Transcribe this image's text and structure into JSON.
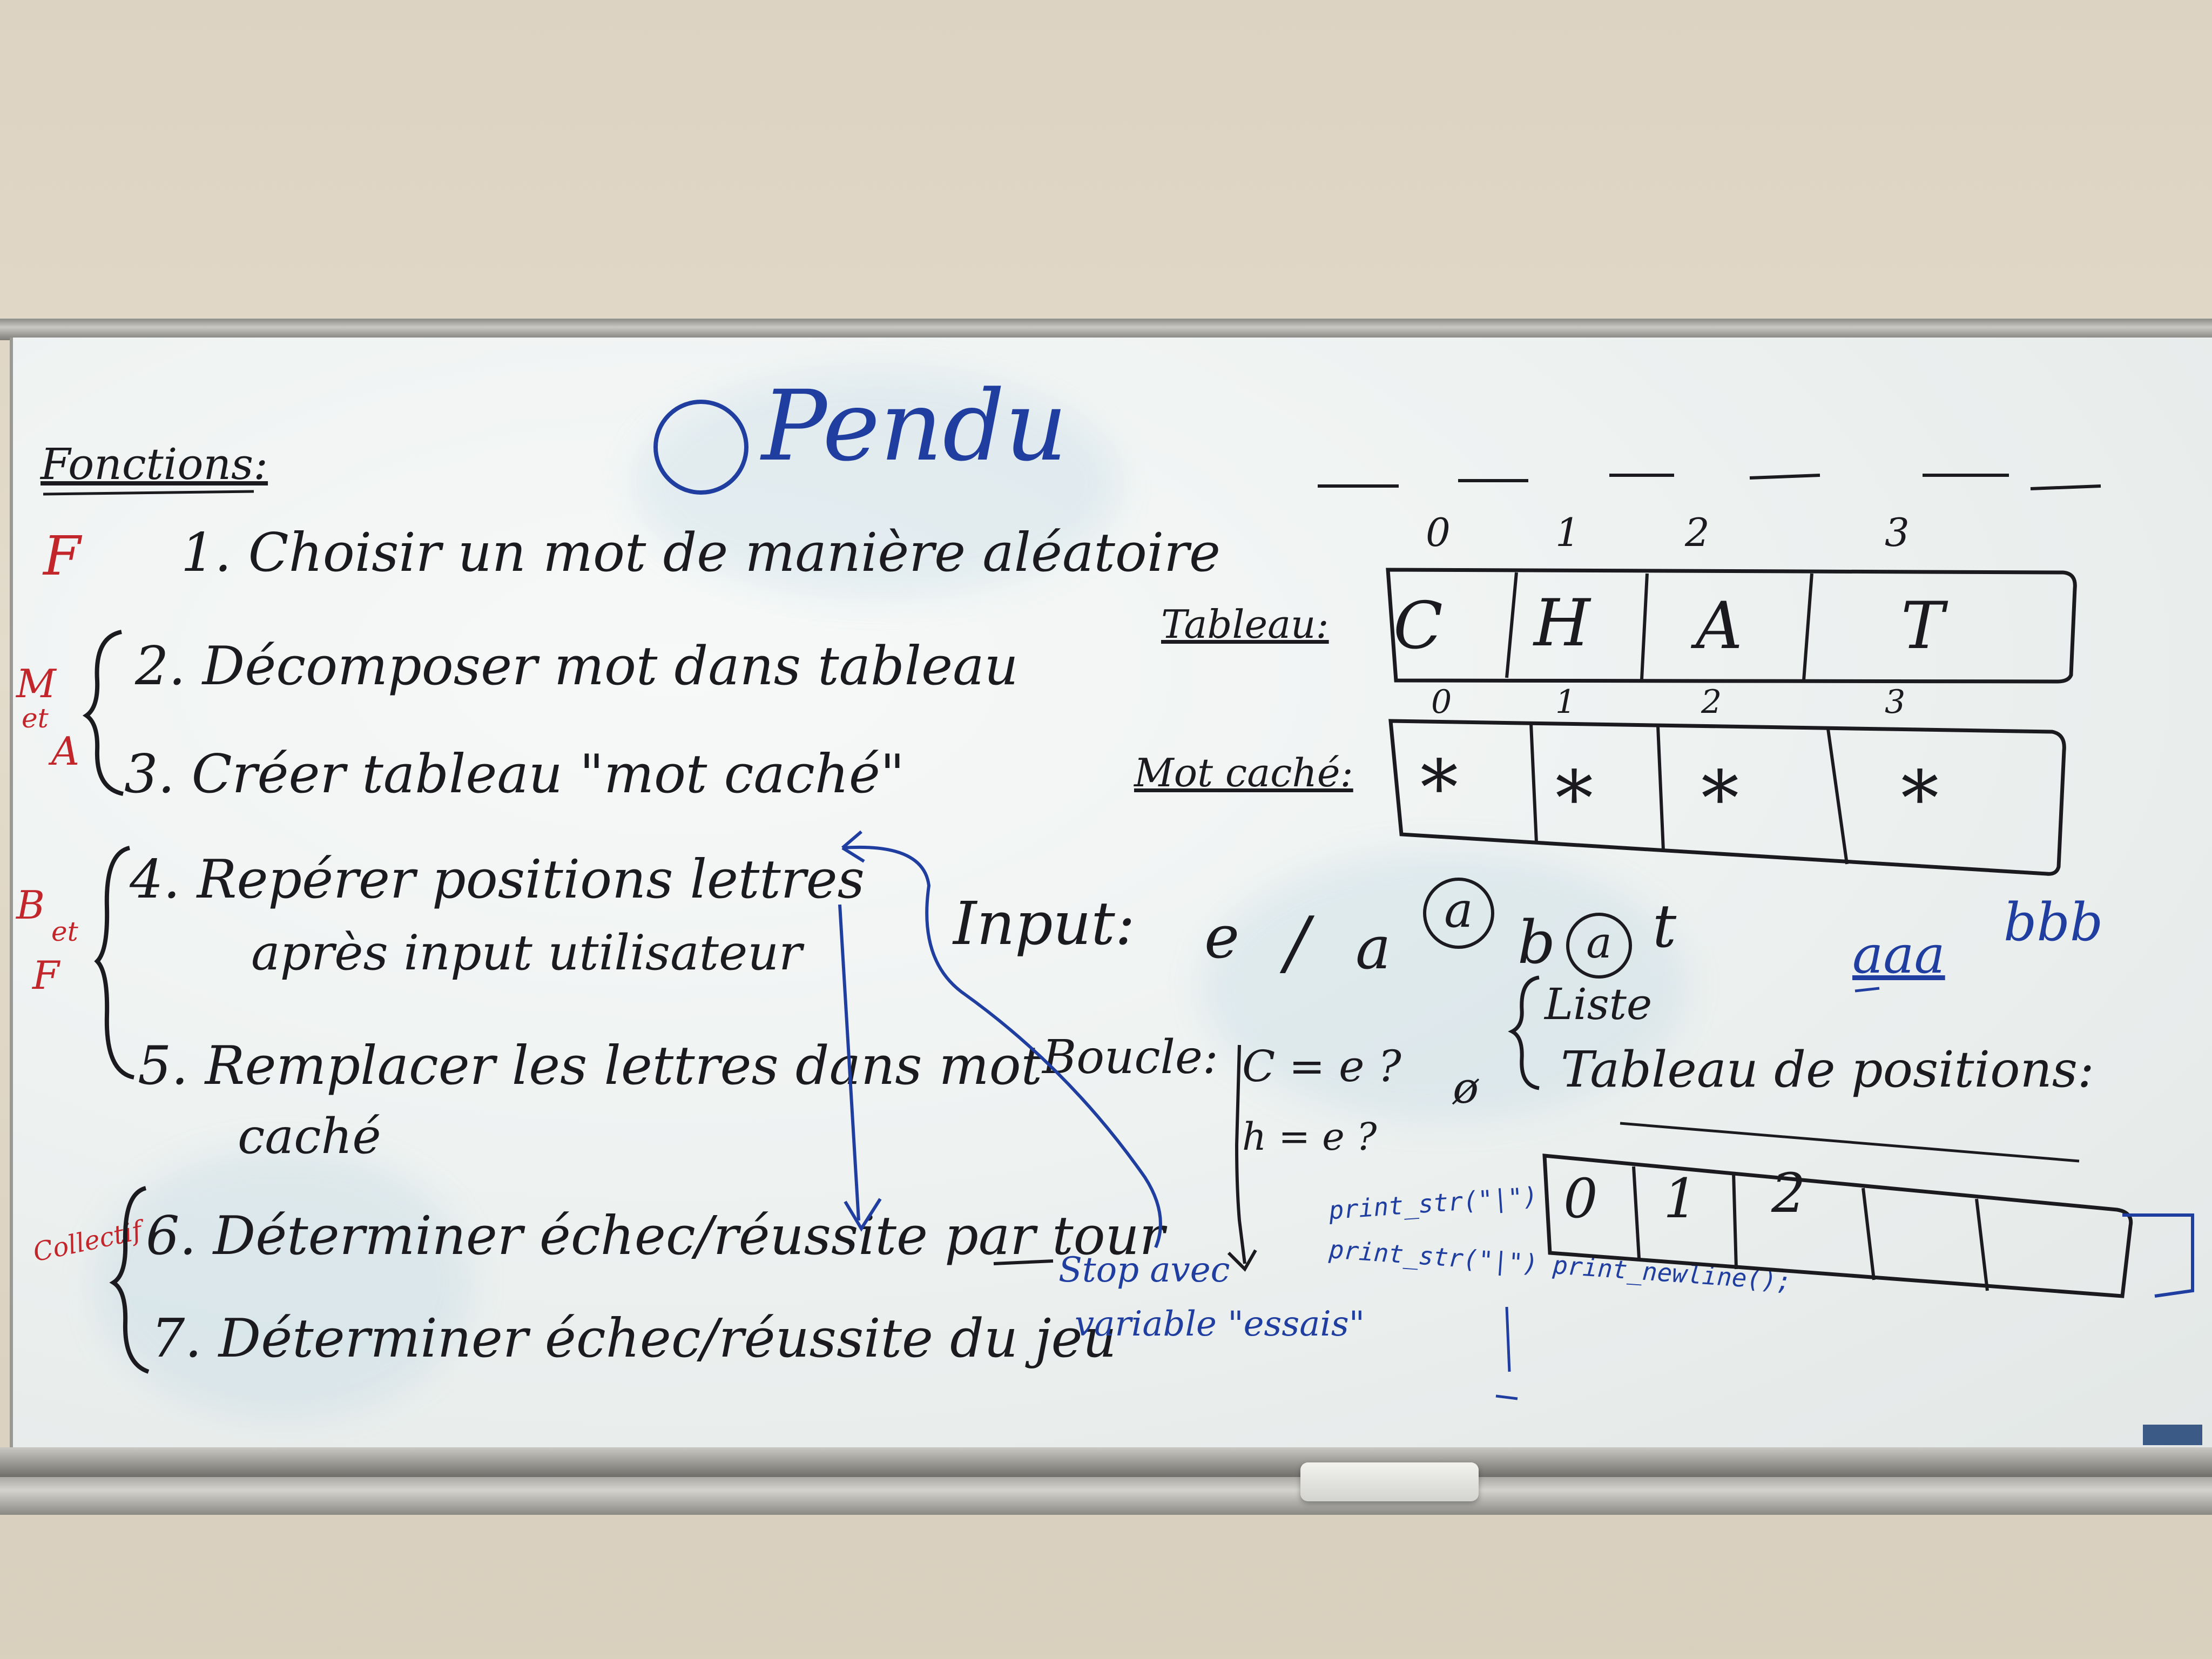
{
  "title": "Pendu",
  "heading": "Fonctions:",
  "margin_labels": {
    "f1": "F",
    "ma": [
      "M",
      "et",
      "A"
    ],
    "bf": [
      "B",
      "et",
      "F"
    ],
    "collectif": "Collectif"
  },
  "steps": [
    "1. Choisir un mot de manière aléatoire",
    "2. Décomposer mot dans tableau",
    "3. Créer tableau \"mot caché\"",
    "4. Repérer positions lettres",
    "après input utilisateur",
    "5. Remplacer les lettres dans mot",
    "caché",
    "6. Déterminer échec/réussite par tour",
    "7. Déterminer échec/réussite du jeu"
  ],
  "tableau": {
    "label": "Tableau:",
    "indices": [
      "0",
      "1",
      "2",
      "3"
    ],
    "cells": [
      "C",
      "H",
      "A",
      "T"
    ]
  },
  "mot_cache": {
    "label": "Mot caché:",
    "indices": [
      "0",
      "1",
      "2",
      "3"
    ],
    "cells": [
      "*",
      "*",
      "*",
      "*"
    ]
  },
  "input": {
    "label": "Input:",
    "values": [
      "e",
      "/",
      "a",
      "a",
      "b",
      "a",
      "t"
    ]
  },
  "boucle": {
    "label": "Boucle:",
    "lines": [
      "C = e ?",
      "h = e ?"
    ],
    "empty": "ø"
  },
  "liste": [
    "Liste",
    "Tableau de positions:"
  ],
  "positions": [
    "0",
    "1",
    "2"
  ],
  "examples": [
    "aaa",
    "bbb"
  ],
  "stop_note": [
    "Stop avec",
    "variable \"essais\""
  ],
  "code": {
    "line1": "print_str(\"|\")",
    "line2": "print_str(\"|\") print_newline();"
  },
  "colors": {
    "black_marker": "#1b1b1f",
    "blue_marker": "#203ea0",
    "red_marker": "#c2262b",
    "board": "#f2f5f4",
    "wall": "#ddd3c2"
  }
}
